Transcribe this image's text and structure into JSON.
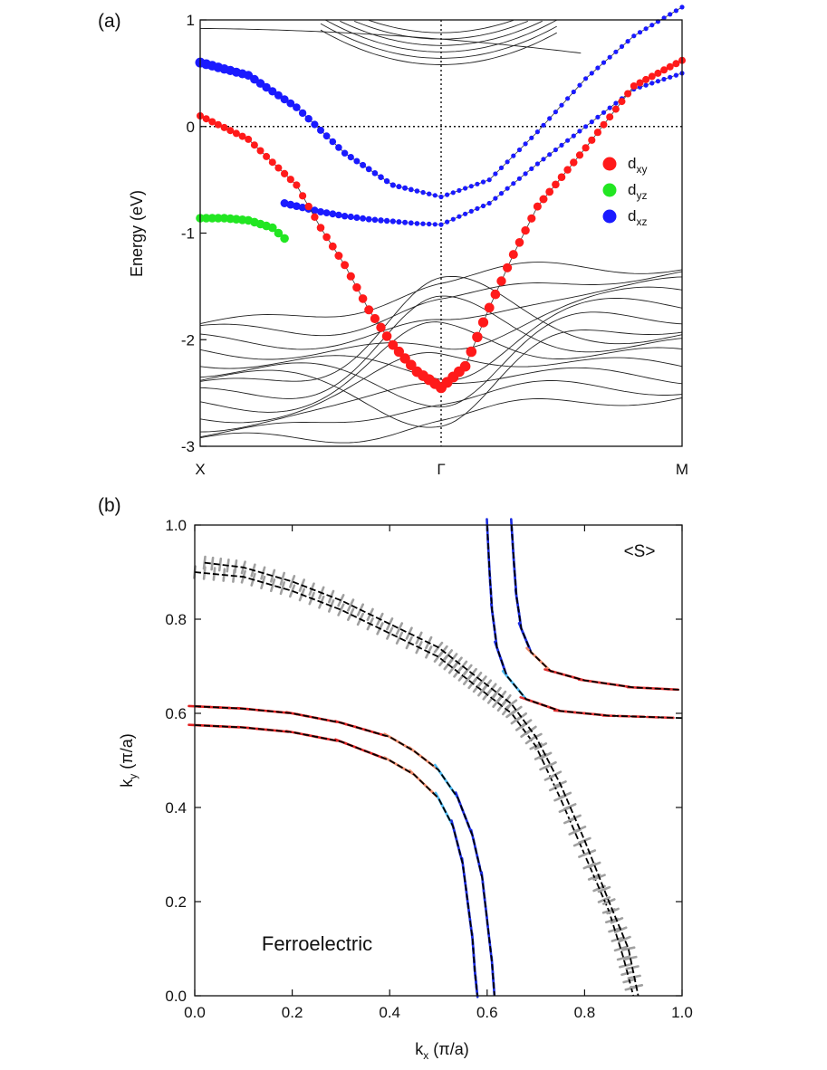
{
  "chart_data": [
    {
      "type": "line",
      "panel_label": "(a)",
      "ylabel": "Energy (eV)",
      "ylim": [
        -3,
        1
      ],
      "y_ticks": [
        "1",
        "0",
        "-1",
        "-2",
        "-3"
      ],
      "x_ticks": [
        "X",
        "Γ",
        "M"
      ],
      "x_positions": [
        0,
        1,
        2
      ],
      "reference_lines": [
        "E = 0 (dotted)",
        "Γ (dotted)"
      ],
      "legend": {
        "placement": "right",
        "entries": [
          {
            "name": "d",
            "sub": "xy",
            "color": "#ff1a1a"
          },
          {
            "name": "d",
            "sub": "yz",
            "color": "#22e622"
          },
          {
            "name": "d",
            "sub": "xz",
            "color": "#1a1aff"
          }
        ]
      },
      "series": [
        {
          "name": "d_xz upper",
          "color": "#1a1aff",
          "x": [
            0,
            0.2,
            0.4,
            0.6,
            0.8,
            1.0,
            1.2,
            1.4,
            1.6,
            1.8,
            2.0
          ],
          "y": [
            0.6,
            0.48,
            0.18,
            -0.25,
            -0.55,
            -0.66,
            -0.5,
            -0.05,
            0.45,
            0.85,
            1.12
          ]
        },
        {
          "name": "d_xz lower",
          "color": "#1a1aff",
          "x": [
            0.35,
            0.5,
            0.6,
            0.7,
            0.8,
            0.9,
            1.0,
            1.2,
            1.4,
            1.6,
            1.8,
            2.0
          ],
          "y": [
            -0.72,
            -0.8,
            -0.84,
            -0.87,
            -0.89,
            -0.91,
            -0.92,
            -0.72,
            -0.35,
            0.0,
            0.35,
            0.5
          ]
        },
        {
          "name": "d_yz",
          "color": "#22e622",
          "x": [
            0,
            0.1,
            0.2,
            0.3,
            0.35
          ],
          "y": [
            -0.86,
            -0.86,
            -0.88,
            -0.95,
            -1.05
          ]
        },
        {
          "name": "d_xy",
          "color": "#ff1a1a",
          "x": [
            0,
            0.2,
            0.4,
            0.5,
            0.6,
            0.7,
            0.8,
            0.9,
            1.0,
            1.1,
            1.2,
            1.3,
            1.4,
            1.6,
            1.8,
            2.0
          ],
          "y": [
            0.1,
            -0.12,
            -0.55,
            -0.95,
            -1.3,
            -1.72,
            -2.05,
            -2.3,
            -2.45,
            -2.25,
            -1.7,
            -1.2,
            -0.75,
            -0.2,
            0.38,
            0.62
          ]
        }
      ]
    },
    {
      "type": "scatter",
      "panel_label": "(b)",
      "title": "<S>",
      "annotation": "Ferroelectric",
      "xlabel": {
        "base": "k",
        "sub": "x",
        "rest": " (π/a)"
      },
      "ylabel": {
        "base": "k",
        "sub": "y",
        "rest": " (π/a)"
      },
      "xlim": [
        0,
        1
      ],
      "ylim": [
        0,
        1
      ],
      "x_ticks": [
        "0.0",
        "0.2",
        "0.4",
        "0.6",
        "0.8",
        "1.0"
      ],
      "y_ticks": [
        "0.0",
        "0.2",
        "0.4",
        "0.6",
        "0.8",
        "1.0"
      ],
      "fermi_contours": [
        {
          "name": "outer gray contour A",
          "color": "#a0a0a0",
          "x": [
            0.0,
            0.1,
            0.2,
            0.3,
            0.4,
            0.5,
            0.55,
            0.6,
            0.65,
            0.7,
            0.75,
            0.8,
            0.85,
            0.88,
            0.9
          ],
          "y": [
            0.9,
            0.89,
            0.86,
            0.82,
            0.77,
            0.72,
            0.68,
            0.64,
            0.6,
            0.53,
            0.42,
            0.3,
            0.18,
            0.08,
            0.0
          ]
        },
        {
          "name": "outer gray contour B",
          "color": "#a0a0a0",
          "x": [
            0.02,
            0.1,
            0.2,
            0.3,
            0.4,
            0.5,
            0.55,
            0.6,
            0.65,
            0.7,
            0.75,
            0.8,
            0.85,
            0.89,
            0.91
          ],
          "y": [
            0.92,
            0.91,
            0.88,
            0.84,
            0.79,
            0.74,
            0.7,
            0.66,
            0.62,
            0.55,
            0.45,
            0.33,
            0.2,
            0.1,
            0.0
          ]
        },
        {
          "name": "inner contour 1",
          "color": "#e02020",
          "x": [
            0.0,
            0.1,
            0.2,
            0.3,
            0.4,
            0.45,
            0.5,
            0.53,
            0.55,
            0.56,
            0.57,
            0.575,
            0.58
          ],
          "y": [
            0.575,
            0.57,
            0.56,
            0.54,
            0.5,
            0.47,
            0.42,
            0.36,
            0.28,
            0.2,
            0.12,
            0.05,
            0.0
          ]
        },
        {
          "name": "inner contour 2",
          "color": "#e02020",
          "x": [
            0.0,
            0.1,
            0.2,
            0.3,
            0.4,
            0.45,
            0.5,
            0.54,
            0.57,
            0.59,
            0.6,
            0.61,
            0.615
          ],
          "y": [
            0.615,
            0.61,
            0.6,
            0.58,
            0.55,
            0.52,
            0.48,
            0.42,
            0.34,
            0.25,
            0.16,
            0.07,
            0.0
          ]
        },
        {
          "name": "corner contour 1",
          "color": "#1a1aff",
          "x": [
            0.6,
            0.605,
            0.61,
            0.62,
            0.64,
            0.68,
            0.75,
            0.85,
            1.0
          ],
          "y": [
            1.0,
            0.9,
            0.82,
            0.74,
            0.68,
            0.63,
            0.605,
            0.595,
            0.59
          ]
        },
        {
          "name": "corner contour 2",
          "color": "#1a1aff",
          "x": [
            0.65,
            0.655,
            0.66,
            0.67,
            0.69,
            0.73,
            0.8,
            0.9,
            1.0
          ],
          "y": [
            1.0,
            0.92,
            0.85,
            0.78,
            0.73,
            0.69,
            0.67,
            0.655,
            0.65
          ]
        }
      ]
    }
  ]
}
